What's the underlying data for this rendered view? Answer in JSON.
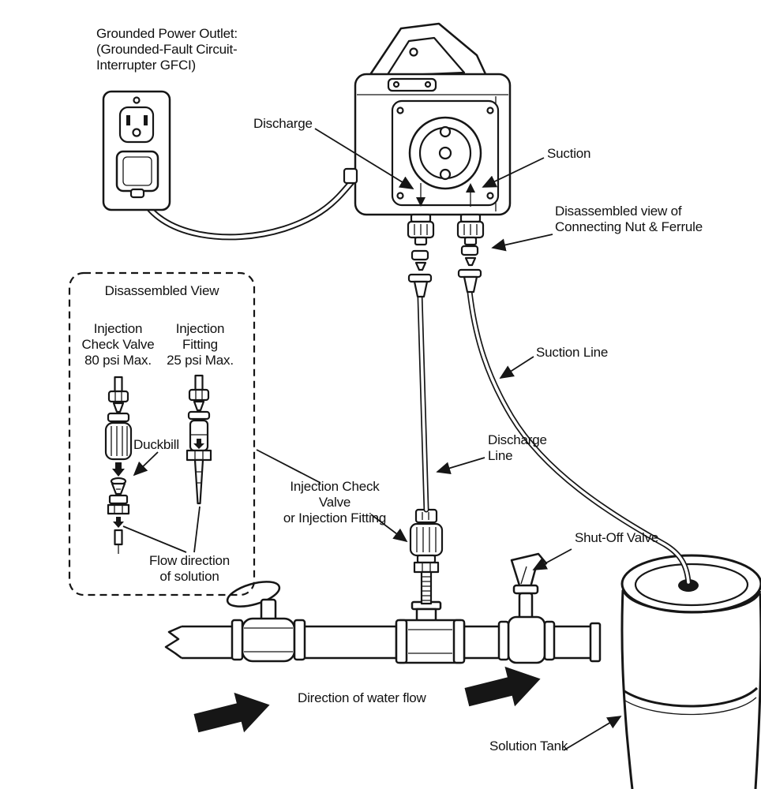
{
  "diagram": {
    "title_hint": "Chemical feed pump installation diagram",
    "colors": {
      "ink": "#161616",
      "paper": "#ffffff"
    },
    "labels": {
      "outlet": "Grounded Power Outlet:\n(Grounded-Fault Circuit-\nInterrupter GFCI)",
      "discharge": "Discharge",
      "suction": "Suction",
      "connecting_nut": "Disassembled view of\nConnecting Nut & Ferrule",
      "suction_line": "Suction Line",
      "discharge_line": "Discharge\nLine",
      "disassembled_view": "Disassembled View",
      "injection_check_valve": "Injection\nCheck Valve\n80 psi Max.",
      "injection_fitting": "Injection\nFitting\n25 psi Max.",
      "duckbill": "Duckbill",
      "flow_direction": "Flow direction\nof solution",
      "injection_point": "Injection Check Valve\nor Injection Fitting",
      "shut_off_valve": "Shut-Off Valve",
      "water_flow": "Direction of water flow",
      "solution_tank": "Solution Tank"
    }
  }
}
